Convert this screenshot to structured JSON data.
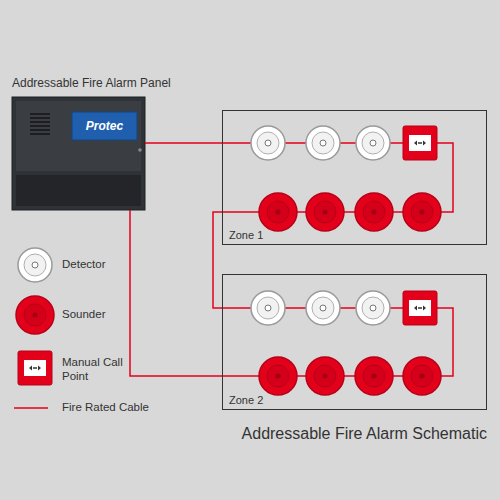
{
  "diagram": {
    "caption": "Addressable Fire Alarm Schematic",
    "nodes": [
      {
        "text": [
          "Addressable Fire Alarm Panel",
          "Protec"
        ]
      },
      {
        "text": [
          "Zone 1"
        ]
      },
      {
        "text": [
          "Zone 2"
        ]
      }
    ],
    "edges": [
      {
        "from": 0,
        "to": 1,
        "arrow": "none"
      },
      {
        "from": 1,
        "to": 2,
        "arrow": "none"
      },
      {
        "from": 2,
        "to": 0,
        "arrow": "none"
      }
    ],
    "legend": [
      {
        "text": "Detector"
      },
      {
        "text": "Sounder"
      },
      {
        "text": "Manual Call Point"
      },
      {
        "text": "Fire Rated Cable"
      }
    ]
  }
}
